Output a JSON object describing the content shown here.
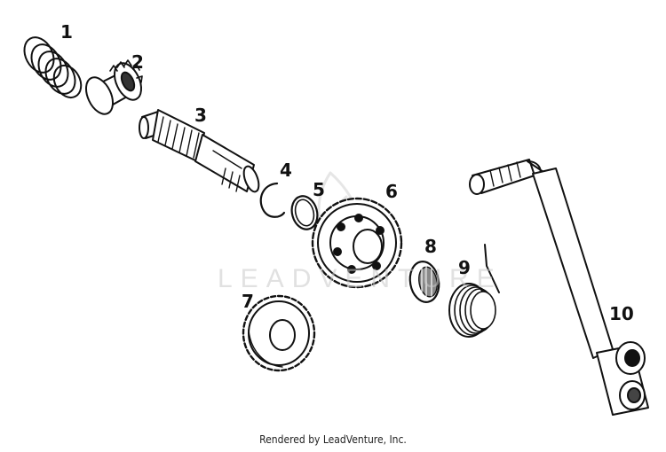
{
  "diagram": {
    "labels": [
      "1",
      "2",
      "3",
      "4",
      "5",
      "6",
      "7",
      "8",
      "9",
      "10"
    ],
    "watermark": "LEADVENTURE",
    "footer": "Rendered by LeadVenture, Inc."
  }
}
